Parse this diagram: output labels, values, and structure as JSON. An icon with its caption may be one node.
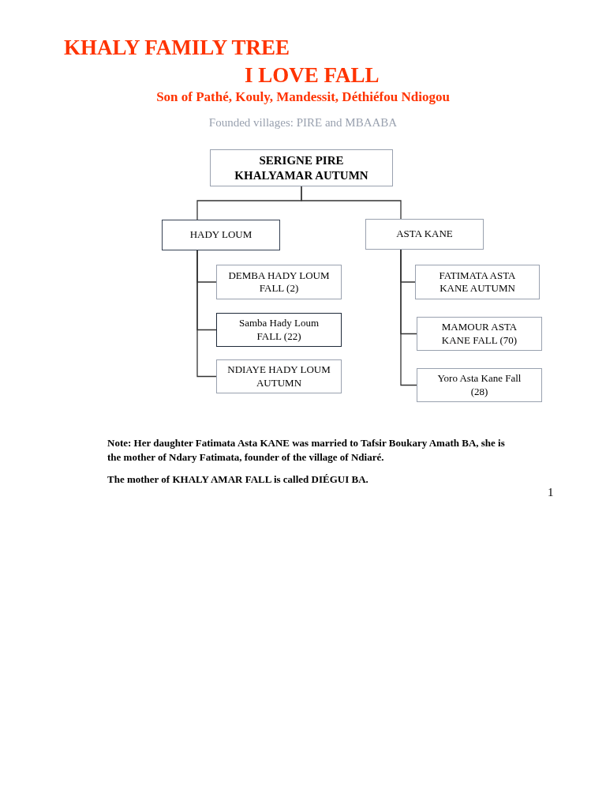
{
  "diagram": {
    "title": "KHALY FAMILY TREE",
    "nodes": [
      {
        "text": [
          "SERIGNE PIRE KHALYAMAR AUTUMN"
        ]
      },
      {
        "text": [
          "HADY LOUM"
        ]
      },
      {
        "text": [
          "ASTA KANE"
        ]
      },
      {
        "text": [
          "DEMBA HADY LOUM FALL (2)"
        ]
      },
      {
        "text": [
          "Samba Hady Loum FALL (22)"
        ]
      },
      {
        "text": [
          "NDIAYE HADY LOUM AUTUMN"
        ]
      },
      {
        "text": [
          "FATIMATA ASTA KANE AUTUMN"
        ]
      },
      {
        "text": [
          "MAMOUR ASTA KANE FALL (70)"
        ]
      },
      {
        "text": [
          "Yoro Asta Kane Fall (28)"
        ]
      }
    ],
    "edges": [
      {
        "from": 0,
        "to": 1,
        "arrow": "none"
      },
      {
        "from": 0,
        "to": 2,
        "arrow": "none"
      },
      {
        "from": 1,
        "to": 3,
        "arrow": "none"
      },
      {
        "from": 1,
        "to": 4,
        "arrow": "none"
      },
      {
        "from": 1,
        "to": 5,
        "arrow": "none"
      },
      {
        "from": 2,
        "to": 6,
        "arrow": "none"
      },
      {
        "from": 2,
        "to": 7,
        "arrow": "none"
      },
      {
        "from": 2,
        "to": 8,
        "arrow": "none"
      }
    ],
    "labels": [
      "I LOVE FALL",
      "Son of Pathé, Kouly, Mandessit, Déthiéfou Ndiogou",
      "Founded villages: PIRE and MBAABA",
      "Note: Her daughter Fatimata Asta KANE was married to Tafsir Boukary Amath BA, she is the mother of Ndary Fatimata, founder of the village of Ndiaré.",
      "The mother of KHALY AMAR FALL is called DIÉGUI BA.",
      "1"
    ]
  }
}
